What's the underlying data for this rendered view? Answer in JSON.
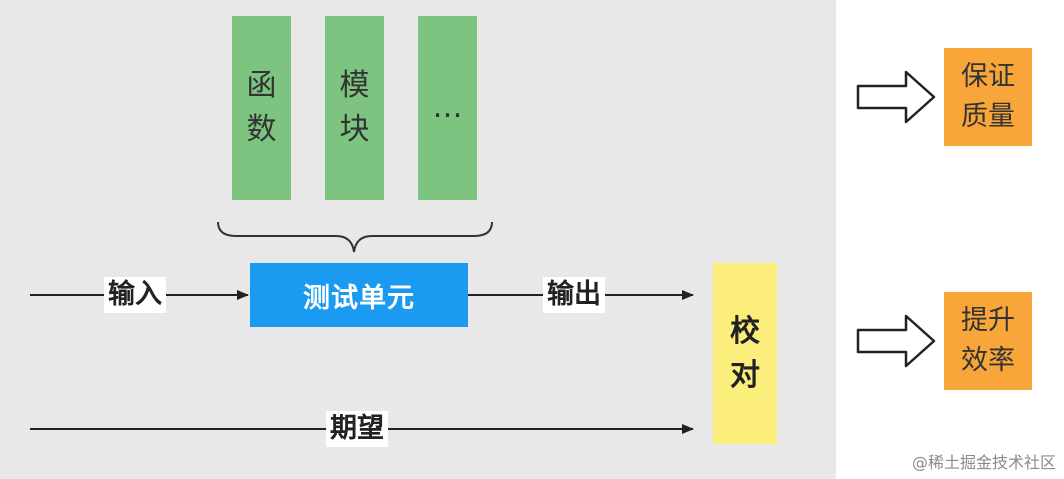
{
  "components": [
    {
      "line1": "函",
      "line2": "数"
    },
    {
      "line1": "模",
      "line2": "块"
    },
    {
      "line1": "…",
      "line2": ""
    }
  ],
  "test_unit": "测试单元",
  "input_label": "输入",
  "output_label": "输出",
  "expected_label": "期望",
  "check": {
    "line1": "校",
    "line2": "对"
  },
  "outcomes": [
    {
      "line1": "保证",
      "line2": "质量"
    },
    {
      "line1": "提升",
      "line2": "效率"
    }
  ],
  "watermark": "@稀土掘金技术社区",
  "colors": {
    "panel": "#e8e8e8",
    "component": "#7cc47f",
    "test_unit": "#1a9af0",
    "check": "#fbee7c",
    "outcome": "#f8a53a"
  }
}
